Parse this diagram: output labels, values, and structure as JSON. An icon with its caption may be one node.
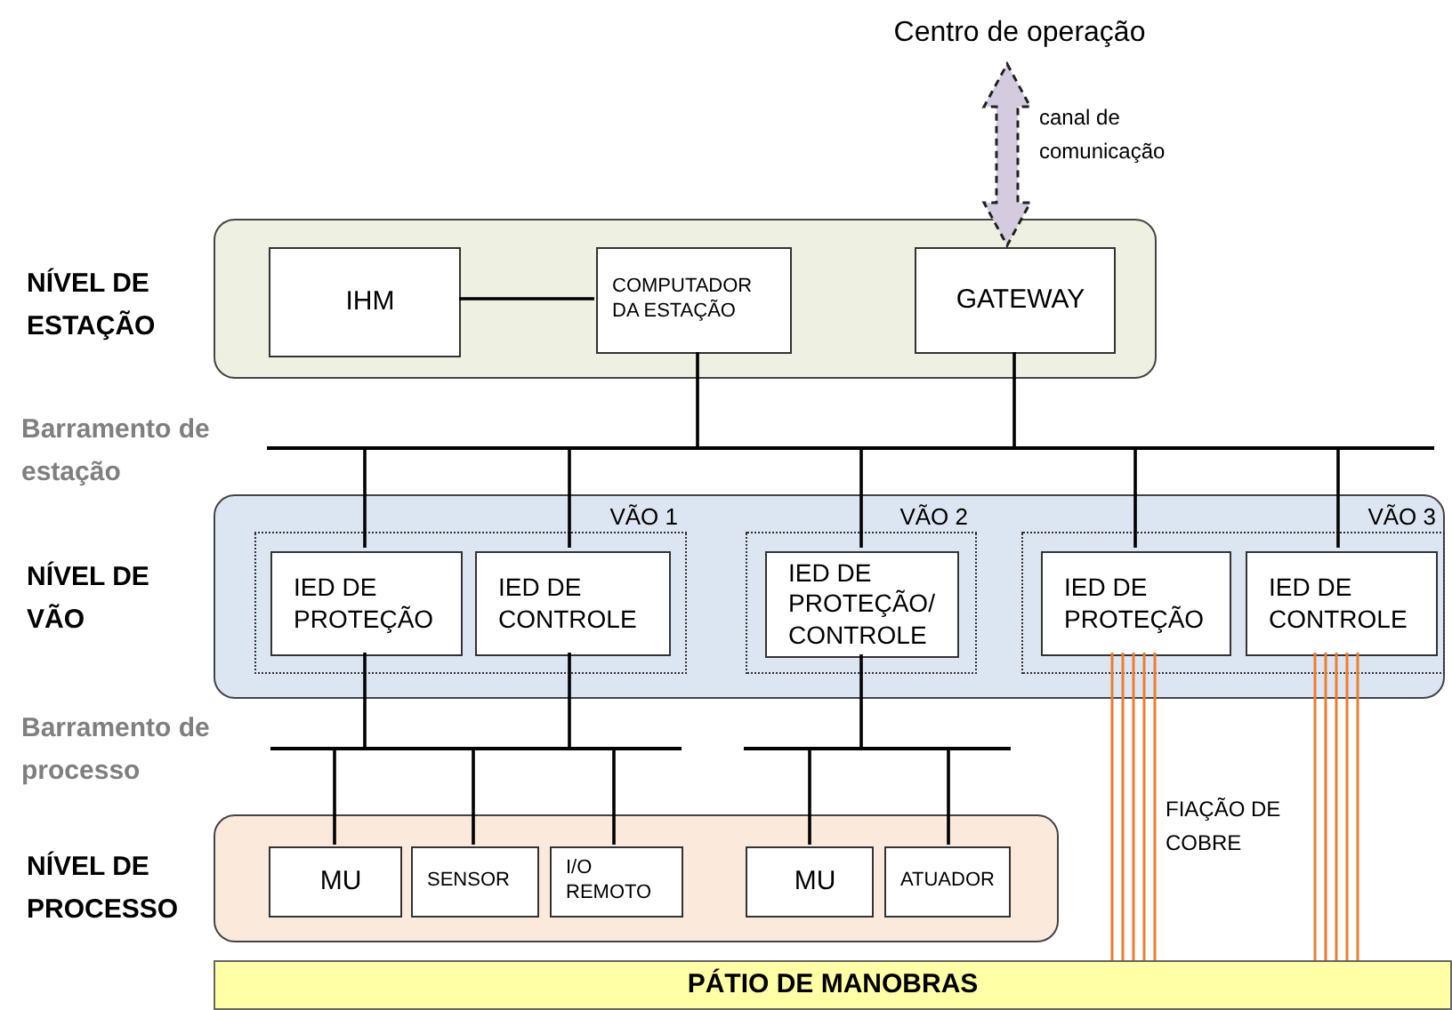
{
  "diagram": {
    "nodes": [
      {
        "text": [
          "Centro de operação"
        ]
      },
      {
        "text": [],
        "shape": "box"
      },
      {
        "text": [
          "IHM"
        ],
        "in": 1
      },
      {
        "text": [
          "COMPUTADOR DA ESTAÇÃO"
        ],
        "in": 1
      },
      {
        "text": [
          "GATEWAY"
        ],
        "in": 1
      },
      {
        "text": [],
        "shape": "bar"
      },
      {
        "text": [],
        "shape": "box"
      },
      {
        "text": [
          "VÃO 1"
        ],
        "in": 6
      },
      {
        "text": [
          "IED DE PROTEÇÃO"
        ],
        "in": 7
      },
      {
        "text": [
          "IED DE CONTROLE"
        ],
        "in": 7
      },
      {
        "text": [
          "VÃO 2"
        ],
        "in": 6
      },
      {
        "text": [
          "IED DE PROTEÇÃO/ CONTROLE"
        ],
        "in": 10
      },
      {
        "text": [
          "VÃO 3"
        ],
        "in": 6
      },
      {
        "text": [
          "IED DE PROTEÇÃO"
        ],
        "in": 12
      },
      {
        "text": [
          "IED DE CONTROLE"
        ],
        "in": 12
      },
      {
        "text": [],
        "shape": "bar"
      },
      {
        "text": [],
        "shape": "bar"
      },
      {
        "text": [],
        "shape": "box"
      },
      {
        "text": [
          "MU"
        ],
        "in": 17
      },
      {
        "text": [
          "SENSOR"
        ],
        "in": 17
      },
      {
        "text": [
          "I/O REMOTO"
        ],
        "in": 17
      },
      {
        "text": [
          "MU"
        ],
        "in": 17
      },
      {
        "text": [
          "ATUADOR"
        ],
        "in": 17
      },
      {
        "text": [
          "PÁTIO DE MANOBRAS"
        ]
      }
    ],
    "edges": [
      {
        "from": 0,
        "to": 4,
        "arrow": "both",
        "label": "canal de comunicação",
        "style": "dashed",
        "color": "#d5cbe0"
      },
      {
        "from": 2,
        "to": 3,
        "arrow": "none"
      },
      {
        "from": 3,
        "to": 5,
        "arrow": "none"
      },
      {
        "from": 4,
        "to": 5,
        "arrow": "none"
      },
      {
        "from": 5,
        "to": 8,
        "arrow": "none"
      },
      {
        "from": 5,
        "to": 9,
        "arrow": "none"
      },
      {
        "from": 5,
        "to": 11,
        "arrow": "none"
      },
      {
        "from": 5,
        "to": 13,
        "arrow": "none"
      },
      {
        "from": 5,
        "to": 14,
        "arrow": "none"
      },
      {
        "from": 8,
        "to": 15,
        "arrow": "none"
      },
      {
        "from": 9,
        "to": 15,
        "arrow": "none"
      },
      {
        "from": 11,
        "to": 16,
        "arrow": "none"
      },
      {
        "from": 15,
        "to": 18,
        "arrow": "none"
      },
      {
        "from": 15,
        "to": 19,
        "arrow": "none"
      },
      {
        "from": 15,
        "to": 20,
        "arrow": "none"
      },
      {
        "from": 16,
        "to": 21,
        "arrow": "none"
      },
      {
        "from": 16,
        "to": 22,
        "arrow": "none"
      },
      {
        "from": 13,
        "to": 23,
        "arrow": "none",
        "color": "#ed7d31"
      },
      {
        "from": 14,
        "to": 23,
        "arrow": "none",
        "color": "#ed7d31"
      }
    ],
    "labels": [
      "NÍVEL DE ESTAÇÃO",
      "Barramento de estação",
      "NÍVEL DE VÃO",
      "Barramento de processo",
      "FIAÇÃO DE COBRE",
      "NÍVEL DE PROCESSO"
    ]
  }
}
